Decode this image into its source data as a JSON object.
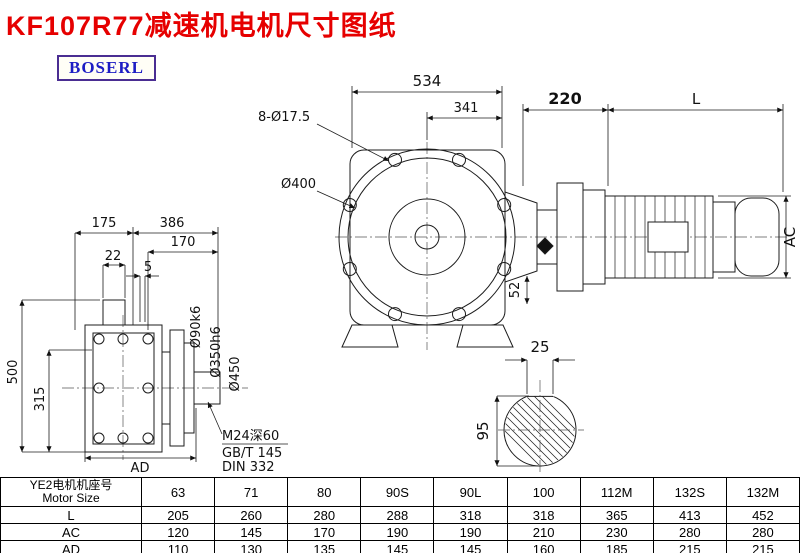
{
  "title": "KF107R77减速机电机尺寸图纸",
  "brand": "BOSERL",
  "front_view": {
    "dim_width_top": "534",
    "dim_width_inner": "341",
    "dim_motor_offset": "220",
    "dim_motor_length": "L",
    "bolt_holes": "8-Ø17.5",
    "flange_dia": "Ø400",
    "dim_52": "52",
    "dim_motor_dia": "AC"
  },
  "side_view": {
    "dim_175": "175",
    "dim_386": "386",
    "dim_170": "170",
    "dim_22": "22",
    "dim_5": "5",
    "dim_height": "500",
    "dim_315": "315",
    "shaft_dia": "Ø90k6",
    "spigot_dia": "Ø350h6",
    "flange_dia": "Ø450",
    "dim_ad": "AD",
    "tap_note": "M24深60",
    "std_note1": "GB/T 145",
    "std_note2": "DIN 332"
  },
  "shaft_section": {
    "key_width": "25",
    "shaft_dia": "95"
  },
  "table": {
    "header_cn": "YE2电机机座号",
    "header_en": "Motor Size",
    "sizes": [
      "63",
      "71",
      "80",
      "90S",
      "90L",
      "100",
      "112M",
      "132S",
      "132M"
    ],
    "rows": [
      {
        "label": "L",
        "values": [
          "205",
          "260",
          "280",
          "288",
          "318",
          "318",
          "365",
          "413",
          "452"
        ]
      },
      {
        "label": "AC",
        "values": [
          "120",
          "145",
          "170",
          "190",
          "190",
          "210",
          "230",
          "280",
          "280"
        ]
      },
      {
        "label": "AD",
        "values": [
          "110",
          "130",
          "135",
          "145",
          "145",
          "160",
          "185",
          "215",
          "215"
        ]
      }
    ]
  }
}
